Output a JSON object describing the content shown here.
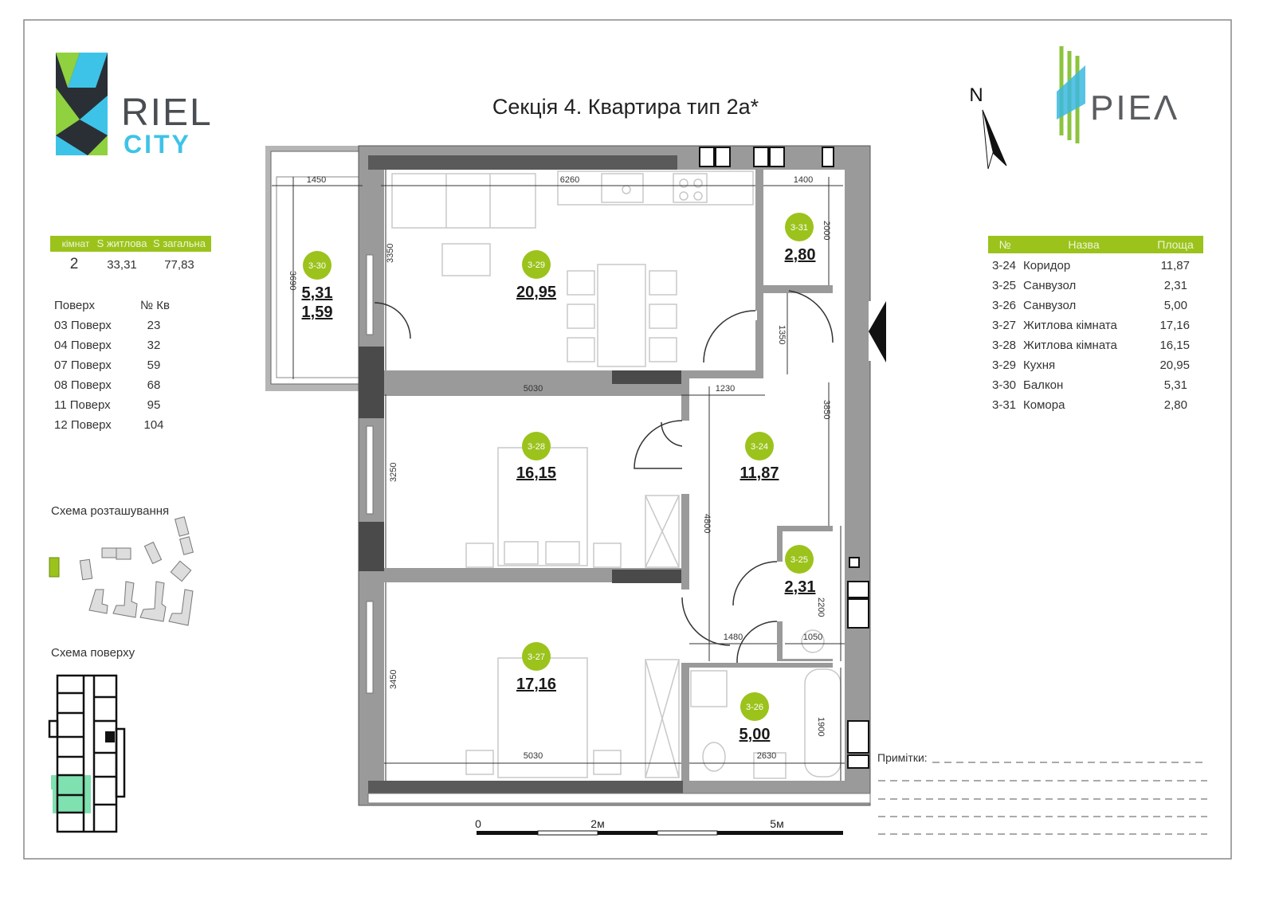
{
  "title": "Секція 4. Квартира тип 2а*",
  "logo_left": {
    "line1": "RIEL",
    "line2": "CITY"
  },
  "logo_right": {
    "text": "PIEΛ"
  },
  "north_label": "N",
  "summary": {
    "headers": [
      "кімнат",
      "S житлова",
      "S загальна"
    ],
    "values": [
      "2",
      "33,31",
      "77,83"
    ]
  },
  "floors": {
    "headers": [
      "Поверх",
      "№ Кв"
    ],
    "rows": [
      [
        "03 Поверх",
        "23"
      ],
      [
        "04 Поверх",
        "32"
      ],
      [
        "07 Поверх",
        "59"
      ],
      [
        "08 Поверх",
        "68"
      ],
      [
        "11 Поверх",
        "95"
      ],
      [
        "12 Поверх",
        "104"
      ]
    ]
  },
  "site_scheme_label": "Схема розташування",
  "floor_scheme_label": "Схема поверху",
  "rooms_table": {
    "headers": [
      "№",
      "Назва",
      "Площа"
    ],
    "rows": [
      [
        "3-24",
        "Коридор",
        "11,87"
      ],
      [
        "3-25",
        "Санвузол",
        "2,31"
      ],
      [
        "3-26",
        "Санвузол",
        "5,00"
      ],
      [
        "3-27",
        "Житлова кімната",
        "17,16"
      ],
      [
        "3-28",
        "Житлова кімната",
        "16,15"
      ],
      [
        "3-29",
        "Кухня",
        "20,95"
      ],
      [
        "3-30",
        "Балкон",
        "5,31"
      ],
      [
        "3-31",
        "Комора",
        "2,80"
      ]
    ]
  },
  "plan": {
    "rooms": {
      "r29": {
        "id": "3-29",
        "area": "20,95"
      },
      "r30": {
        "id": "3-30",
        "area": "5,31",
        "area2": "1,59"
      },
      "r31": {
        "id": "3-31",
        "area": "2,80"
      },
      "r28": {
        "id": "3-28",
        "area": "16,15"
      },
      "r24": {
        "id": "3-24",
        "area": "11,87"
      },
      "r25": {
        "id": "3-25",
        "area": "2,31"
      },
      "r27": {
        "id": "3-27",
        "area": "17,16"
      },
      "r26": {
        "id": "3-26",
        "area": "5,00"
      }
    },
    "dims": {
      "balcony_w": "1450",
      "kitchen_w": "6260",
      "storage_w": "1400",
      "balcony_h": "3690",
      "kitchen_h": "3350",
      "storage_h": "2000",
      "hall_h": "1350",
      "bed28_w": "5030",
      "hall_w": "1230",
      "corridor_h": "3850",
      "bed28_h": "3250",
      "corridor_len": "4800",
      "corr_w2": "1480",
      "bath25_w": "1050",
      "bath25_h": "2200",
      "bed27_h": "3450",
      "bath26_h": "1900",
      "bed27_w": "5030",
      "bath26_w": "2630"
    }
  },
  "scale": {
    "labels": [
      "0",
      "2м",
      "5м"
    ]
  },
  "notes_label": "Примітки:",
  "colors": {
    "accent": "#9bc31c",
    "wall": "#9a9a9a",
    "wall_dark": "#555555",
    "highlight": "#7fe0b0"
  }
}
